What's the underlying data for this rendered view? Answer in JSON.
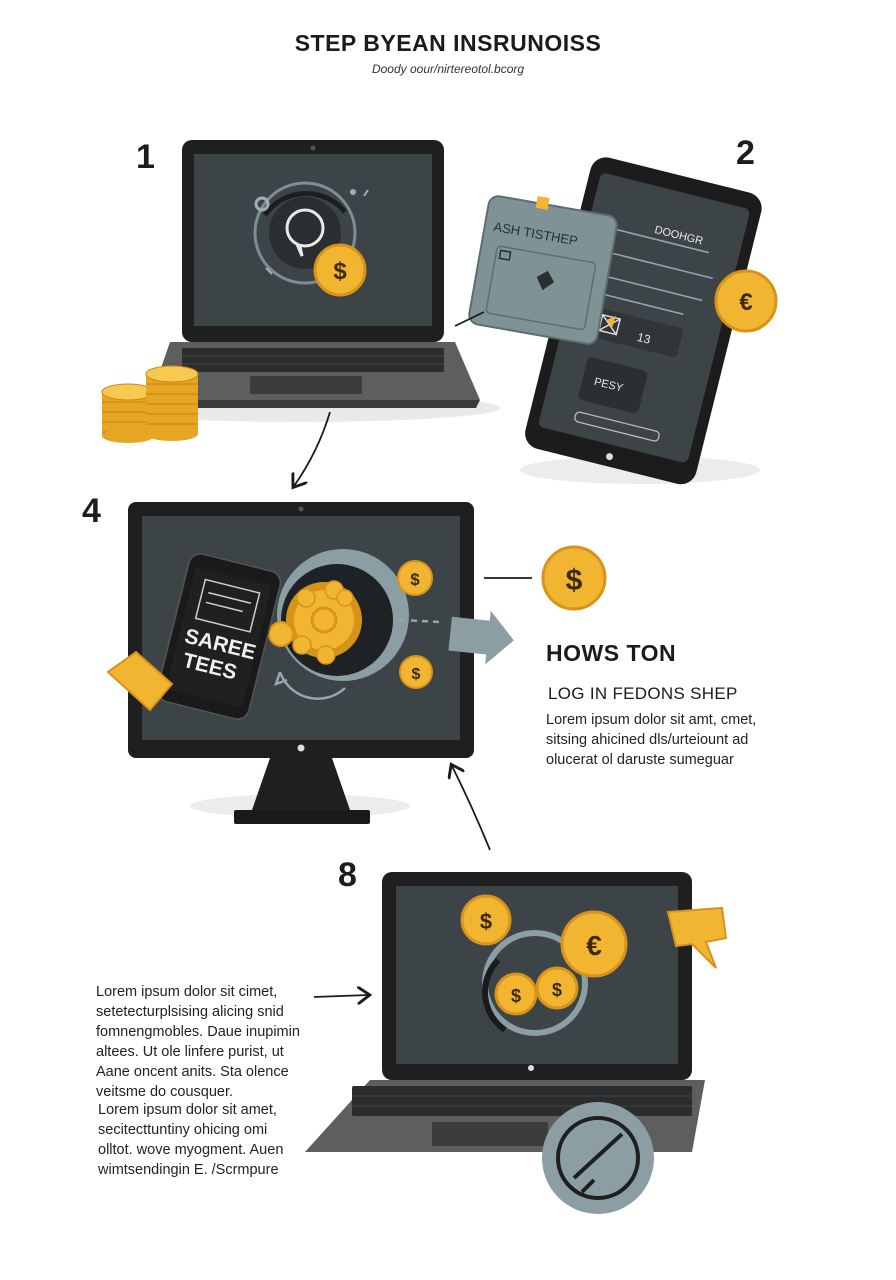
{
  "header": {
    "title": "STEP BYEAN INSRUNOISS",
    "subtitle": "Doody oour/nirtereotol.bcorg"
  },
  "steps": [
    {
      "number": "1"
    },
    {
      "number": "2"
    },
    {
      "number": "4"
    },
    {
      "number": "8"
    }
  ],
  "phone_form": {
    "title": "DOOHGR",
    "card_title": "ASH TISTHEP",
    "code_value": "13",
    "pay_button": "PESY"
  },
  "monitor_phone": {
    "line1": "SAREE",
    "line2": "TEES"
  },
  "info": {
    "heading": "HOWS TON",
    "subheading": "LOG IN FEDONS SHEP",
    "body": [
      "Lorem ipsum dolor sit amt, cmet,",
      "sitsing ahicined dls/urteiount ad",
      "olucerat ol daruste sumeguar"
    ]
  },
  "bottom_text": {
    "paragraph1": [
      "Lorem ipsum dolor sit cimet,",
      "setetecturplsising alicing snid",
      "fomnengmobles. Daue inupimin",
      "altees. Ut ole linfere purist, ut",
      "Aane oncent anits. Sta olence",
      "veitsme do cousquer."
    ],
    "paragraph2": [
      "Lorem ipsum dolor sit amet,",
      "secitecttuntiny ohicing omi",
      "olltot. wove myogment. Auen",
      "wimtsendingin E. /Scrmpure"
    ]
  },
  "icons": {
    "dollar": "$",
    "euro": "€"
  },
  "colors": {
    "screen": "#3c4447",
    "bezel": "#1f1f1f",
    "coin": "#f2b531",
    "coin_dark": "#d7931a",
    "slate": "#8a9ea3",
    "body_gray": "#5c5e60"
  }
}
